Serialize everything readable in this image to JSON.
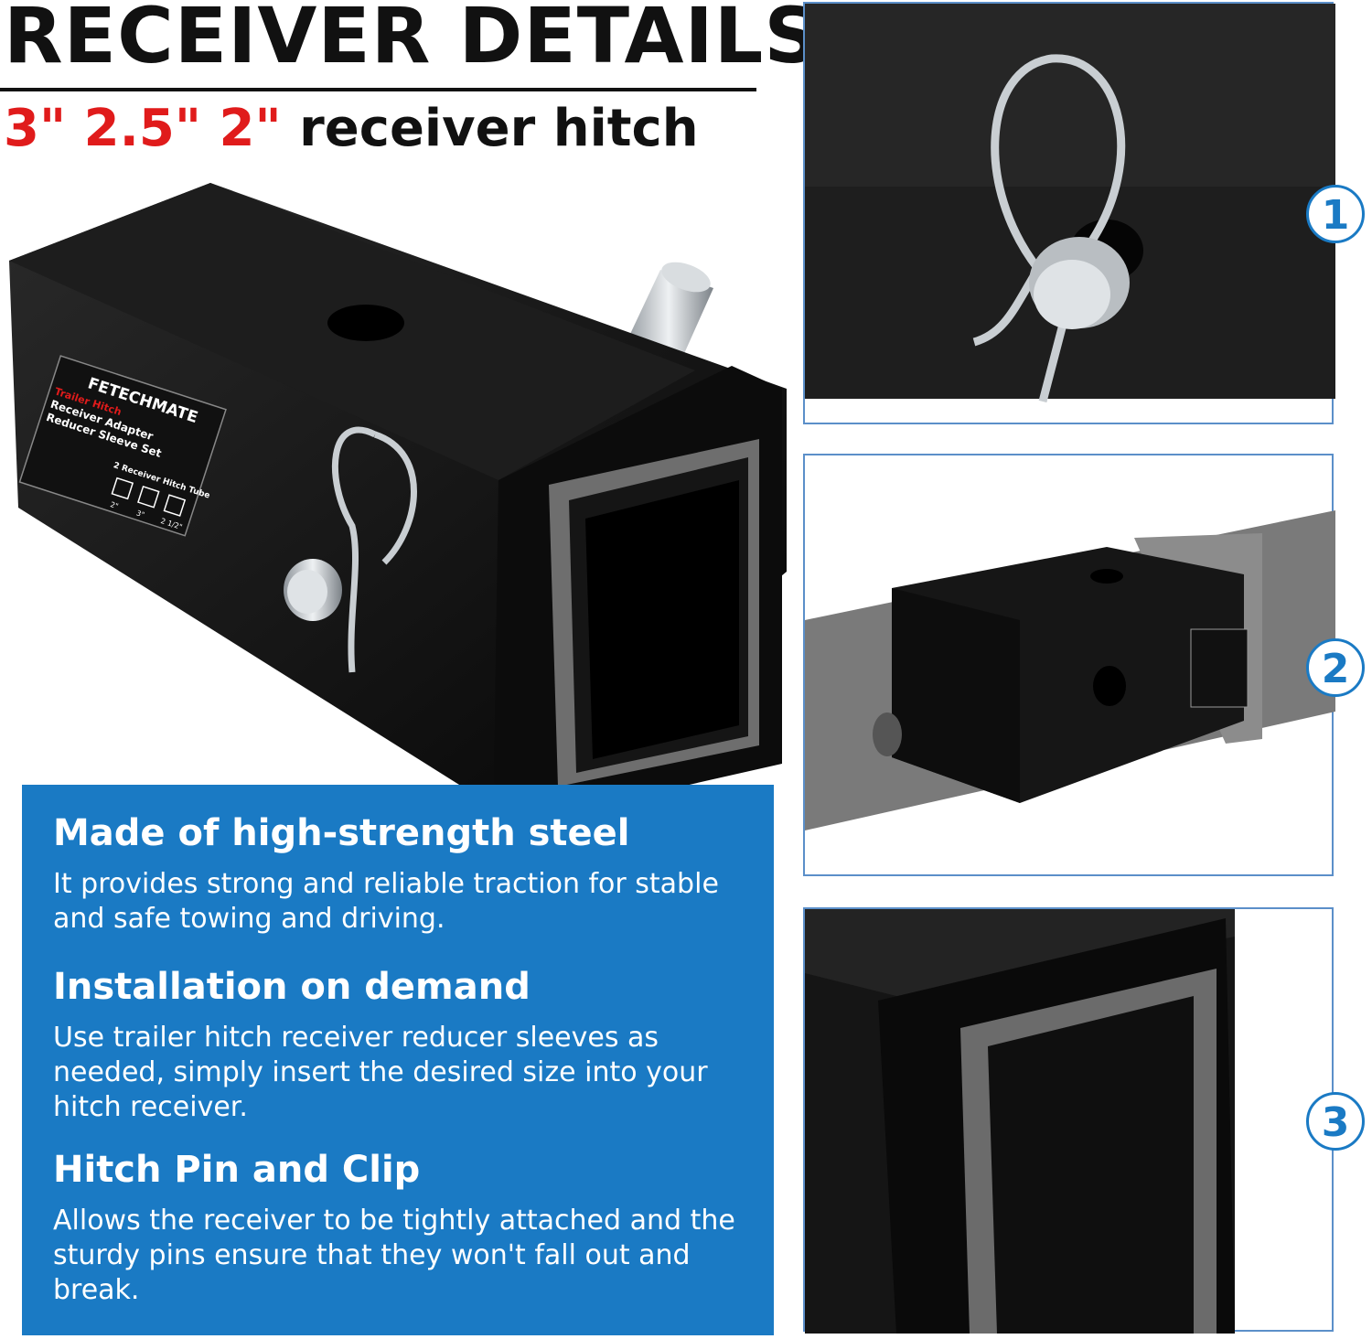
{
  "header": {
    "title": "RECEIVER DETAILS",
    "sizes": "3\" 2.5\" 2\"",
    "sizes_suffix": " receiver hitch"
  },
  "product_label": {
    "brand": "FETECHMATE",
    "line1": "Trailer Hitch",
    "line2": "Receiver Adapter",
    "line3": "Reducer Sleeve Set",
    "tube_caption": "2 Receiver Hitch Tube",
    "size_marks": [
      "2\"",
      "3\"",
      "2 1/2\""
    ]
  },
  "features": [
    {
      "title": "Made of high-strength steel",
      "body": "It provides strong and reliable traction for stable and safe towing and driving."
    },
    {
      "title": "Installation on demand",
      "body": "Use trailer hitch receiver reducer sleeves as needed, simply insert the desired size into your hitch receiver."
    },
    {
      "title": "Hitch Pin and Clip",
      "body": "Allows the receiver to be tightly attached and the sturdy pins ensure that they won't fall out and break."
    }
  ],
  "details": [
    {
      "number": "1",
      "icon": "pin-and-clip"
    },
    {
      "number": "2",
      "icon": "sleeve-in-receiver"
    },
    {
      "number": "3",
      "icon": "square-opening"
    }
  ],
  "colors": {
    "accent": "#1a7ac4",
    "red": "#e01b1b",
    "steel": "#111111"
  }
}
